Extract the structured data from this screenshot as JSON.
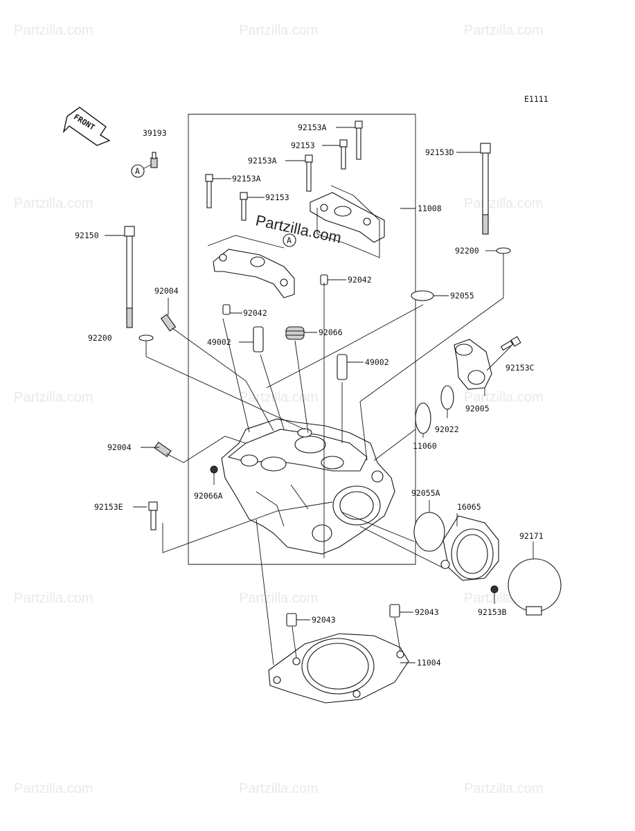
{
  "diagram_code": "E1111",
  "front_label": "FRONT",
  "ref_marker": "A",
  "watermark": "Partzilla.com",
  "watermark_center": "Partzilla.com",
  "parts": {
    "p39193": "39193",
    "p92153A_1": "92153A",
    "p92153_1": "92153",
    "p92153A_2": "92153A",
    "p92153A_3": "92153A",
    "p92153_2": "92153",
    "p11008": "11008",
    "p92153D": "92153D",
    "p92150": "92150",
    "p92200_1": "92200",
    "p92200_2": "92200",
    "p92042_1": "92042",
    "p92055": "92055",
    "p92004_1": "92004",
    "p92042_2": "92042",
    "p49002_1": "49002",
    "p92066": "92066",
    "p49002_2": "49002",
    "p92153C": "92153C",
    "p92005": "92005",
    "p92022": "92022",
    "p11060": "11060",
    "p92004_2": "92004",
    "p92066A": "92066A",
    "p92153E": "92153E",
    "p92055A": "92055A",
    "p16065": "16065",
    "p92171": "92171",
    "p92153B": "92153B",
    "p92043_1": "92043",
    "p92043_2": "92043",
    "p11004": "11004"
  }
}
